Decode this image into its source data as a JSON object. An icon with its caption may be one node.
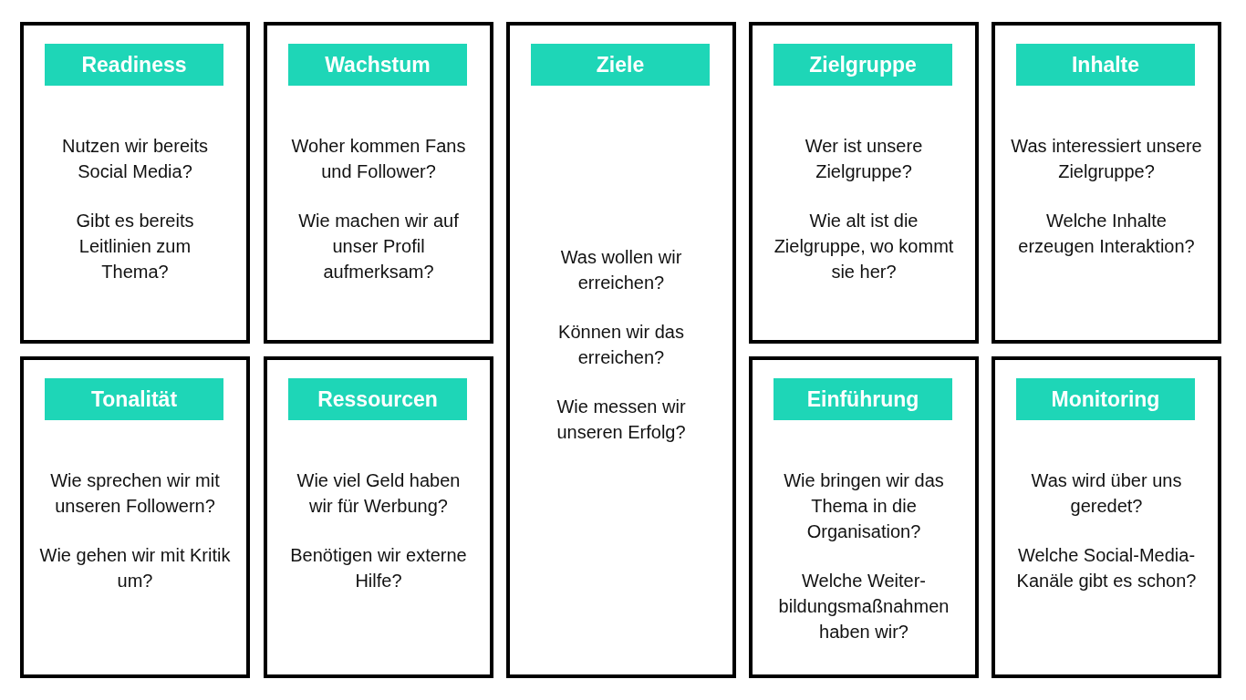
{
  "diagram": {
    "nodes": [
      {
        "text": [
          "Nutzen wir bereits Social Media?",
          "Gibt es bereits Leitlinien zum Thema?"
        ]
      },
      {
        "text": [
          "Readiness"
        ],
        "in": 0
      },
      {
        "text": [
          "Woher kommen Fans und Follower?",
          "Wie machen wir auf unser Profil aufmerksam?"
        ]
      },
      {
        "text": [
          "Wachstum"
        ],
        "in": 2
      },
      {
        "text": [
          "Was wollen wir erreichen?",
          "Können wir das erreichen?",
          "Wie messen wir unseren Erfolg?"
        ]
      },
      {
        "text": [
          "Ziele"
        ],
        "in": 4
      },
      {
        "text": [
          "Wer ist unsere Zielgruppe?",
          "Wie alt ist die Zielgruppe, wo kommt sie her?"
        ]
      },
      {
        "text": [
          "Zielgruppe"
        ],
        "in": 6
      },
      {
        "text": [
          "Was interessiert unsere Zielgruppe?",
          "Welche Inhalte erzeugen Interaktion?"
        ]
      },
      {
        "text": [
          "Inhalte"
        ],
        "in": 8
      },
      {
        "text": [
          "Wie sprechen wir mit unseren Followern?",
          "Wie gehen wir mit Kritik um?"
        ]
      },
      {
        "text": [
          "Tonalität"
        ],
        "in": 10
      },
      {
        "text": [
          "Wie viel Geld haben wir für Werbung?",
          "Benötigen wir externe Hilfe?"
        ]
      },
      {
        "text": [
          "Ressourcen"
        ],
        "in": 12
      },
      {
        "text": [
          "Wie bringen wir das Thema in die Organisation?",
          "Welche Weiter- bildungsmaßnahmen haben wir?"
        ]
      },
      {
        "text": [
          "Einführung"
        ],
        "in": 14
      },
      {
        "text": [
          "Was wird über uns geredet?",
          "Welche Social-Media- Kanäle gibt es schon?"
        ]
      },
      {
        "text": [
          "Monitoring"
        ],
        "in": 16
      }
    ]
  }
}
